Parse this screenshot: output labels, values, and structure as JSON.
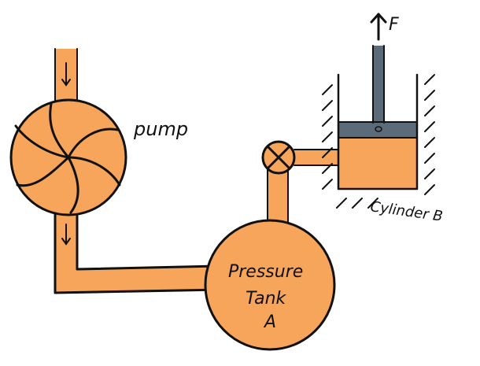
{
  "labels": {
    "force": "F",
    "pump": "pump",
    "cylinder": "Cylinder B",
    "tank_line1": "Pressure",
    "tank_line2": "Tank",
    "tank_line3": "A"
  },
  "colors": {
    "fluid": "#F6A55A",
    "piston": "#5C6B7A",
    "outline": "#111111"
  }
}
